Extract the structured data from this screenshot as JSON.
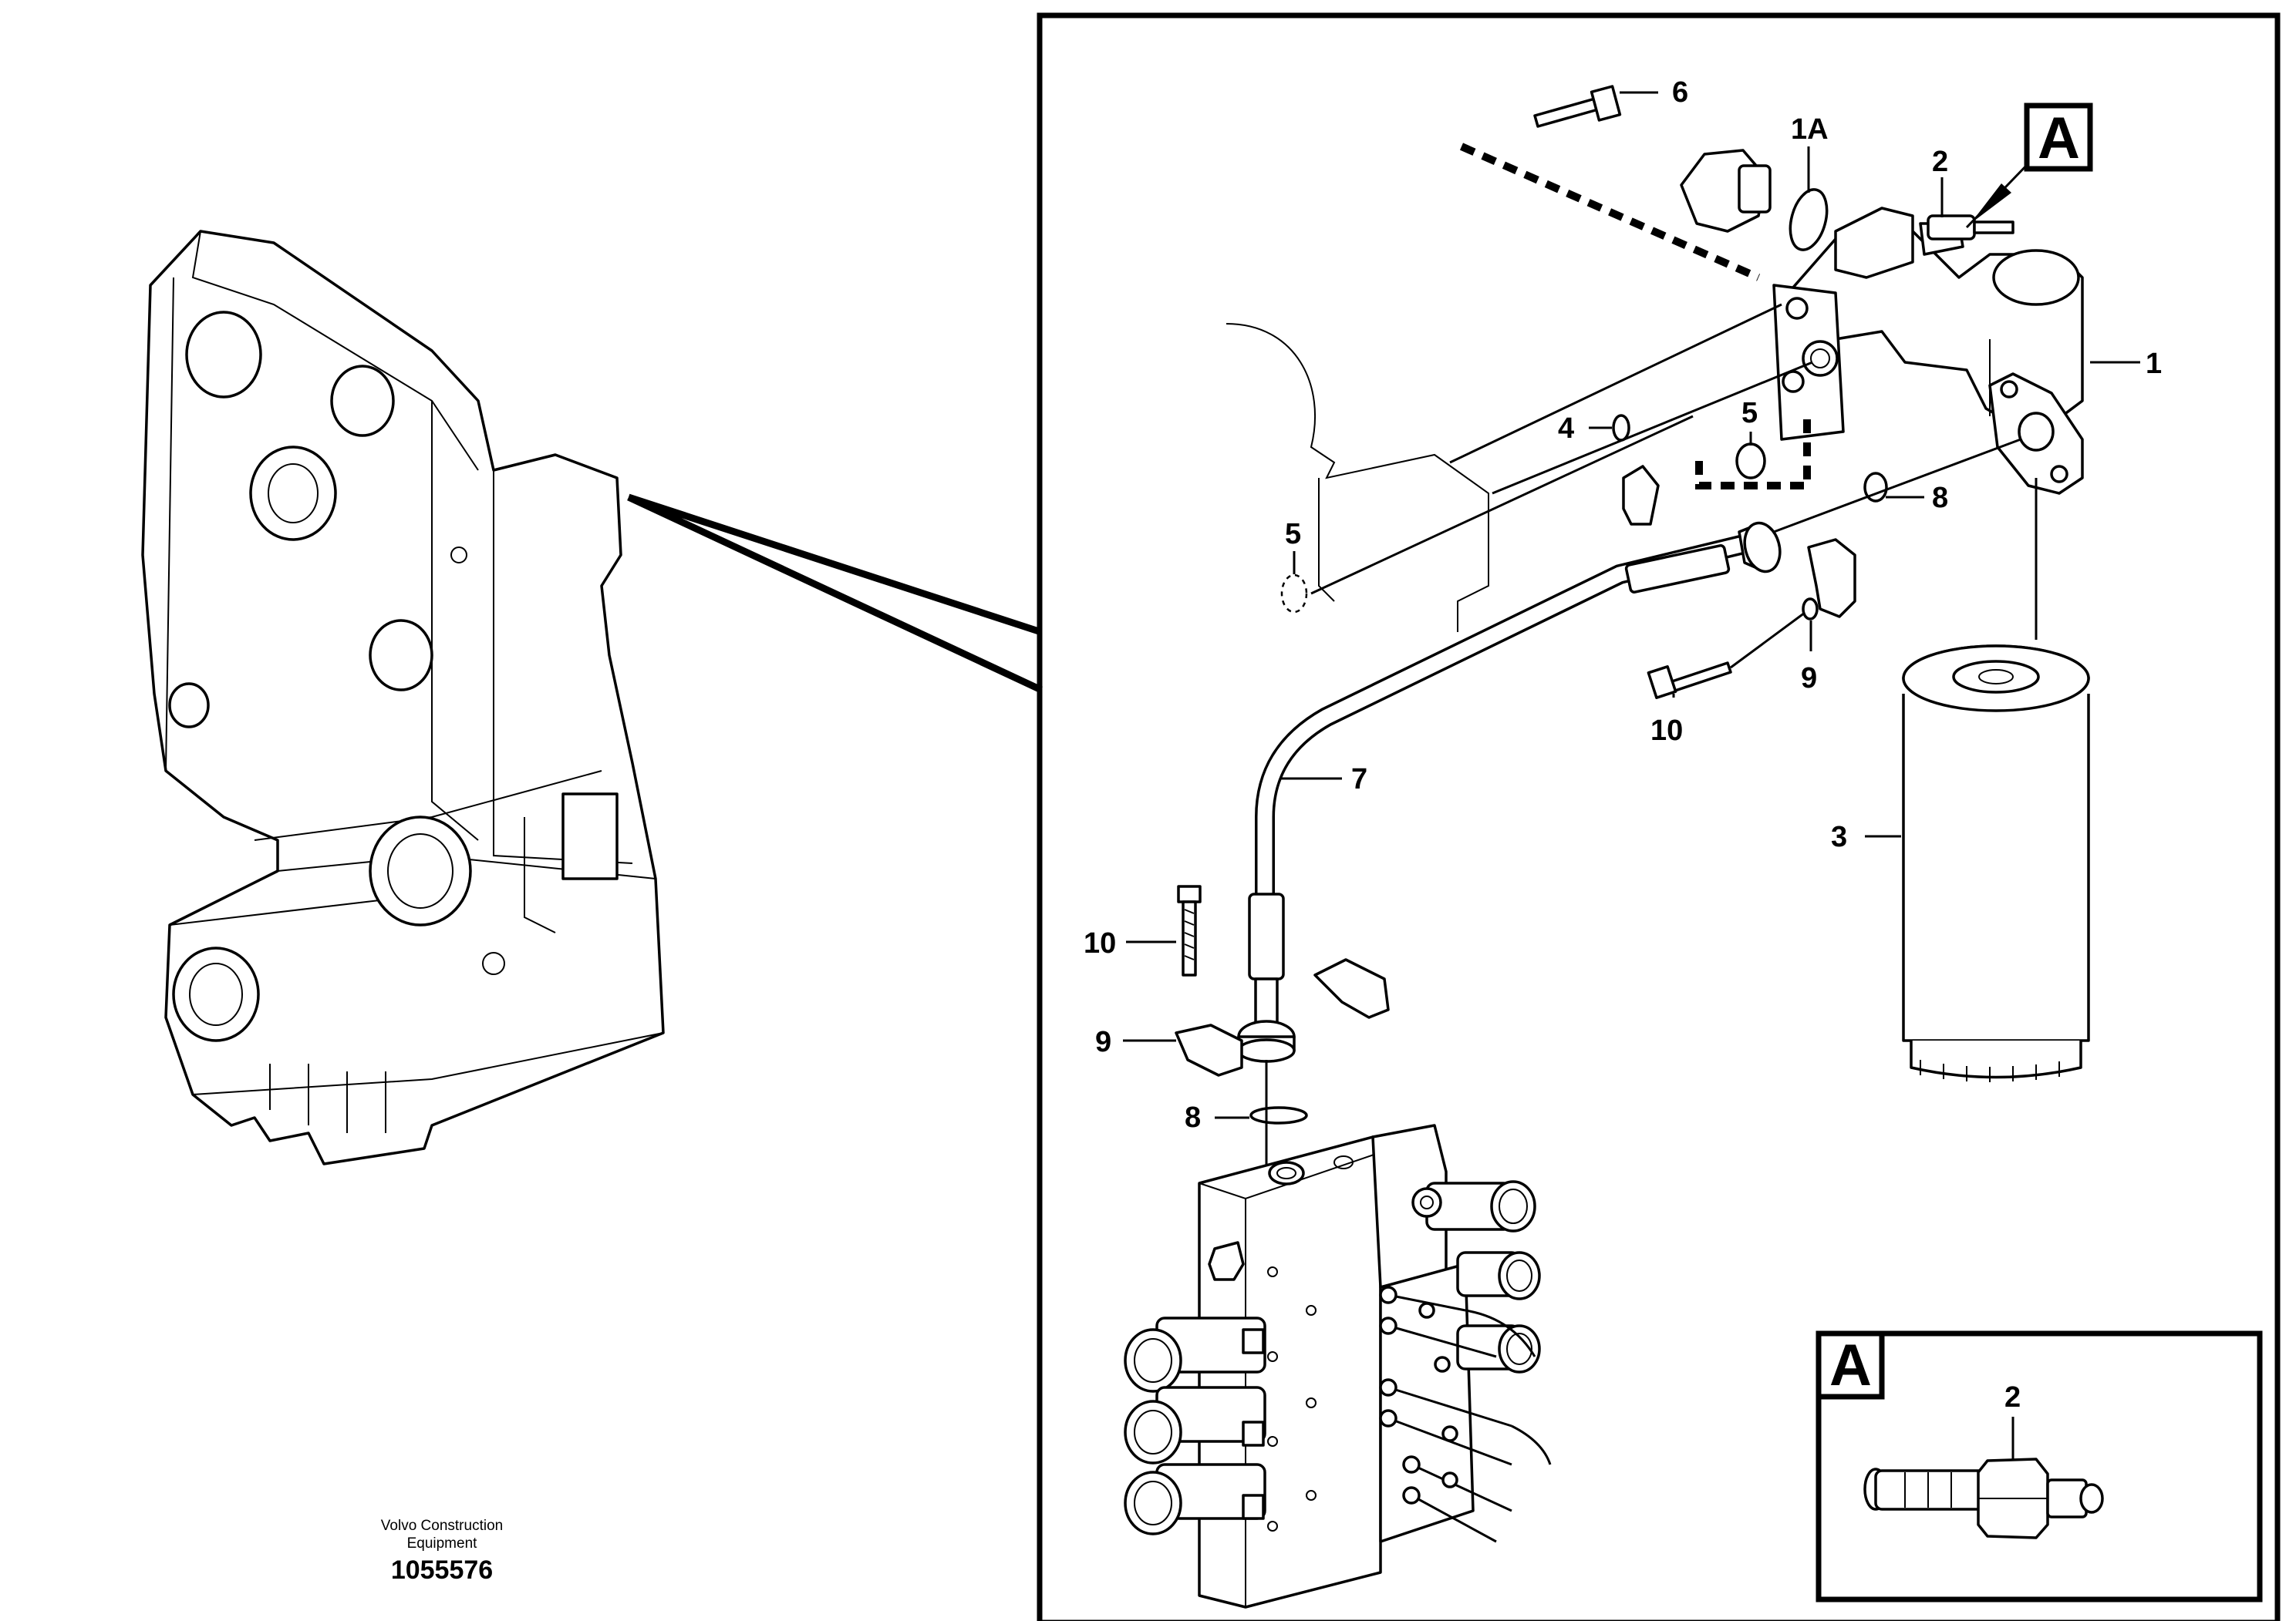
{
  "callouts": {
    "c1": "1",
    "c1A": "1A",
    "c2": "2",
    "c3": "3",
    "c4": "4",
    "c5a": "5",
    "c5b": "5",
    "c6": "6",
    "c7": "7",
    "c8a": "8",
    "c8b": "8",
    "c9a": "9",
    "c9b": "9",
    "c10a": "10",
    "c10b": "10"
  },
  "detail": {
    "marker": "A",
    "inset_marker": "A",
    "inset_callout": "2"
  },
  "footer": {
    "line1": "Volvo Construction",
    "line2": "Equipment",
    "number": "1055576"
  }
}
